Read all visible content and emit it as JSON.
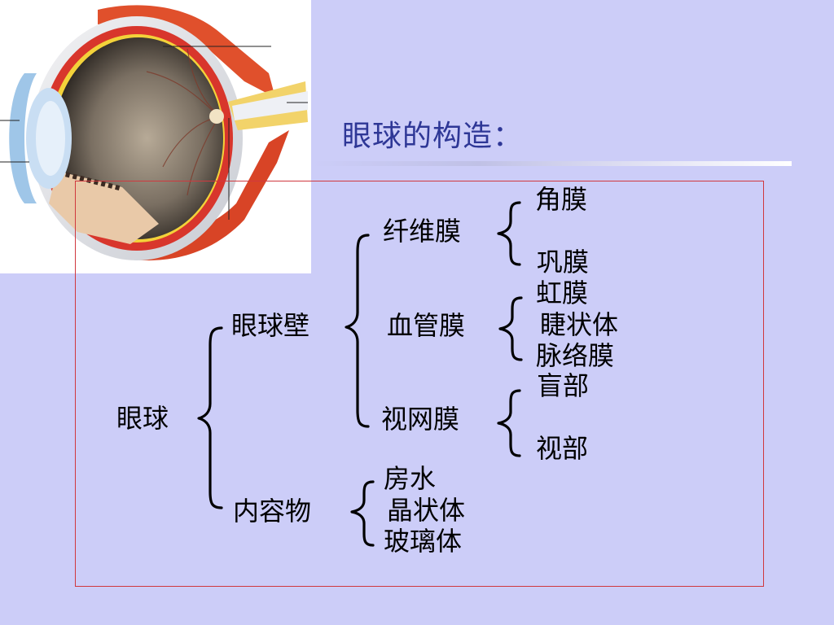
{
  "slide": {
    "title": "眼球的构造："
  },
  "tree": {
    "root": "眼球",
    "wall": {
      "label": "眼球壁",
      "fibrous": {
        "label": "纤维膜",
        "items": [
          "角膜",
          "巩膜"
        ]
      },
      "vascular": {
        "label": "血管膜",
        "items": [
          "虹膜",
          "睫状体",
          "脉络膜"
        ]
      },
      "retina": {
        "label": "视网膜",
        "items": [
          "盲部",
          "视部"
        ]
      }
    },
    "contents": {
      "label": "内容物",
      "items": [
        "房水",
        "晶状体",
        "玻璃体"
      ]
    }
  },
  "colors": {
    "background": "#cccdf8",
    "title": "#2e3796",
    "frame": "#d0383e"
  }
}
